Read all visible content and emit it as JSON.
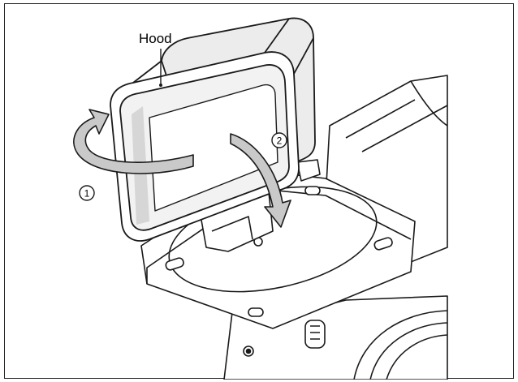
{
  "labels": {
    "hood": "Hood",
    "step1": "1",
    "step2": "2"
  },
  "colors": {
    "line": "#1a1a1a",
    "hood_shade": "#d6d6d6",
    "hood_fill": "#ececec",
    "arrow_fill": "#c9c9c9",
    "frame": "#222222"
  },
  "icons": {
    "step1_marker": "circled-number-one",
    "step2_marker": "circled-number-two",
    "rotate_arrow": "curved-rotation-arrow",
    "fold_arrow": "curved-down-arrow"
  }
}
